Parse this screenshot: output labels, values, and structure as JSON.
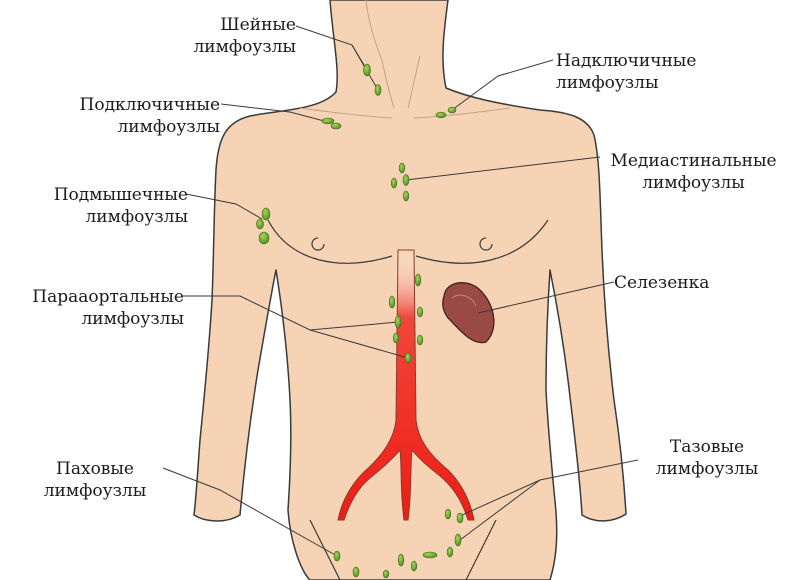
{
  "labels": {
    "cervical": {
      "line1": "Шейные",
      "line2": "лимфоузлы"
    },
    "supraclavicular": {
      "line1": "Надключичные",
      "line2": "лимфоузлы"
    },
    "infraclavicular": {
      "line1": "Подключичные",
      "line2": "лимфоузлы"
    },
    "mediastinal": {
      "line1": "Медиастинальные",
      "line2": "лимфоузлы"
    },
    "axillary": {
      "line1": "Подмышечные",
      "line2": "лимфоузлы"
    },
    "spleen": {
      "line1": "Селезенка"
    },
    "paraaortic": {
      "line1": "Парааортальные",
      "line2": "лимфоузлы"
    },
    "pelvic": {
      "line1": "Тазовые",
      "line2": "лимфоузлы"
    },
    "inguinal": {
      "line1": "Паховые",
      "line2": "лимфоузлы"
    }
  },
  "colors": {
    "skin": "#f6d3b5",
    "outline": "#3a3a3a",
    "node": "#6fa531",
    "aorta": "#e8281c",
    "spleen": "#9a4a44"
  }
}
